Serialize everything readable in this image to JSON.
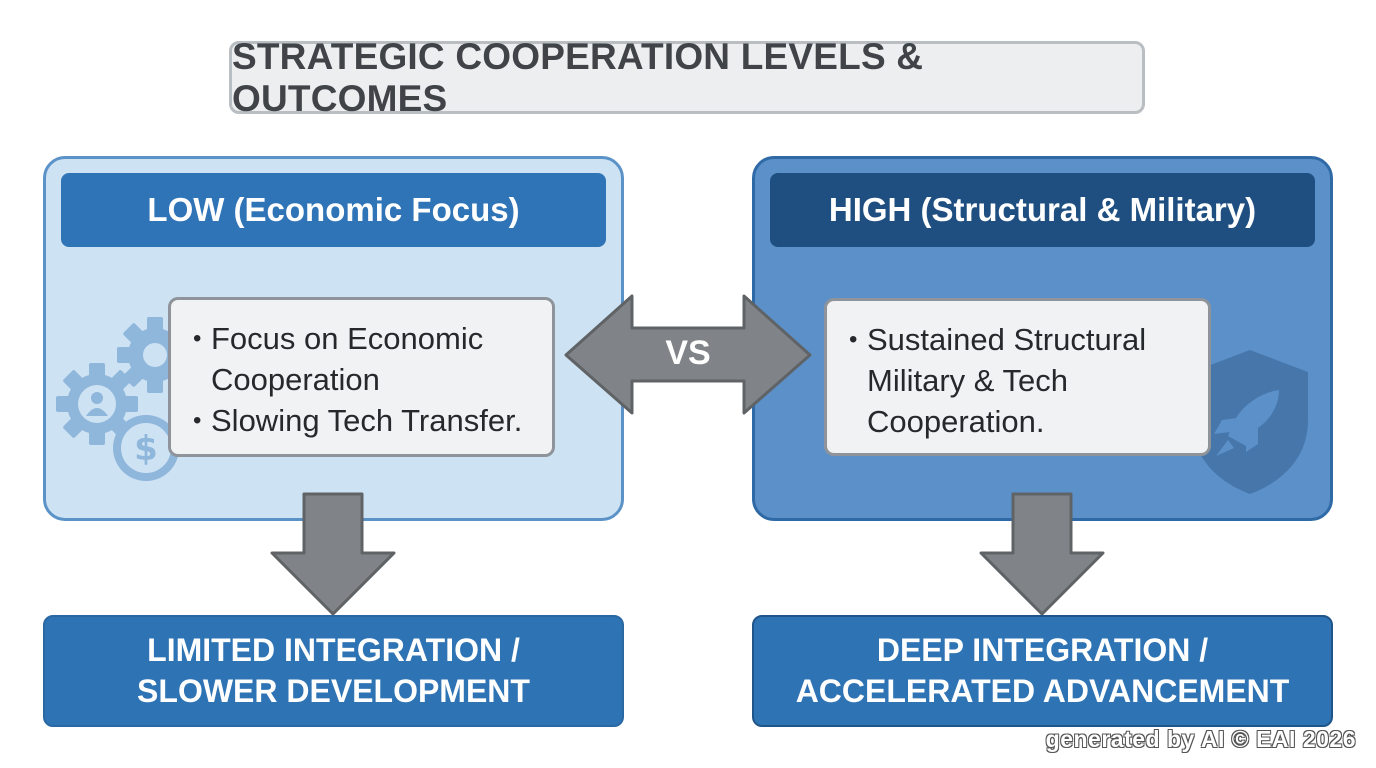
{
  "title": "STRATEGIC COOPERATION LEVELS & OUTCOMES",
  "low": {
    "header": "LOW (Economic Focus)",
    "bullets": [
      "Focus on Economic Cooperation",
      "Slowing Tech Transfer."
    ],
    "result_lines": [
      "LIMITED INTEGRATION /",
      "SLOWER DEVELOPMENT"
    ],
    "icon": "gears-dollar-icon"
  },
  "vs_label": "VS",
  "high": {
    "header": "HIGH (Structural & Military)",
    "bullets": [
      "Sustained Structural Military & Tech Cooperation."
    ],
    "result_lines": [
      "DEEP INTEGRATION /",
      "ACCELERATED ADVANCEMENT"
    ],
    "icon": "shield-rocket-icon"
  },
  "watermark": "generated by AI © EAI 2026",
  "colors": {
    "low_panel": "#cde2f3",
    "high_panel": "#5b90c9",
    "header_low": "#2f74b6",
    "header_high": "#1f4f80",
    "result": "#2e73b4",
    "arrow": "#808488"
  }
}
